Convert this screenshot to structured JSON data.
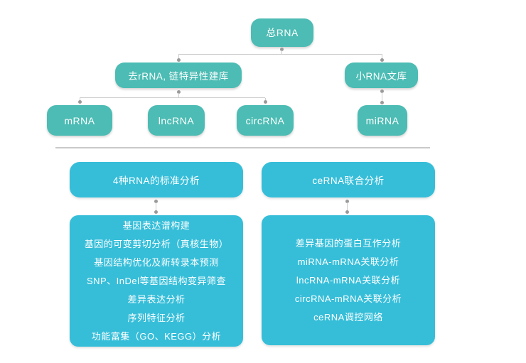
{
  "flowchart": {
    "root": "总RNA",
    "level2": [
      "去rRNA, 链特异性建库",
      "小RNA文库"
    ],
    "level3": [
      "mRNA",
      "lncRNA",
      "circRNA",
      "miRNA"
    ]
  },
  "sections": [
    {
      "header": "4种RNA的标准分析",
      "items": [
        "基因表达谱构建",
        "基因的可变剪切分析（真核生物）",
        "基因结构优化及新转录本预测",
        "SNP、InDel等基因结构变异筛查",
        "差异表达分析",
        "序列特征分析",
        "功能富集（GO、KEGG）分析"
      ]
    },
    {
      "header": "ceRNA联合分析",
      "items": [
        "差异基因的蛋白互作分析",
        "miRNA-mRNA关联分析",
        "lncRNA-mRNA关联分析",
        "circRNA-mRNA关联分析",
        "ceRNA调控网络"
      ]
    }
  ],
  "colors": {
    "node_teal": "#4cbcb4",
    "panel_cyan": "#36bed9",
    "connector_line": "#cdcdcd",
    "connector_dot": "#9a9a9a",
    "divider": "#c9c9c9",
    "text": "#ffffff",
    "background": "#ffffff"
  }
}
